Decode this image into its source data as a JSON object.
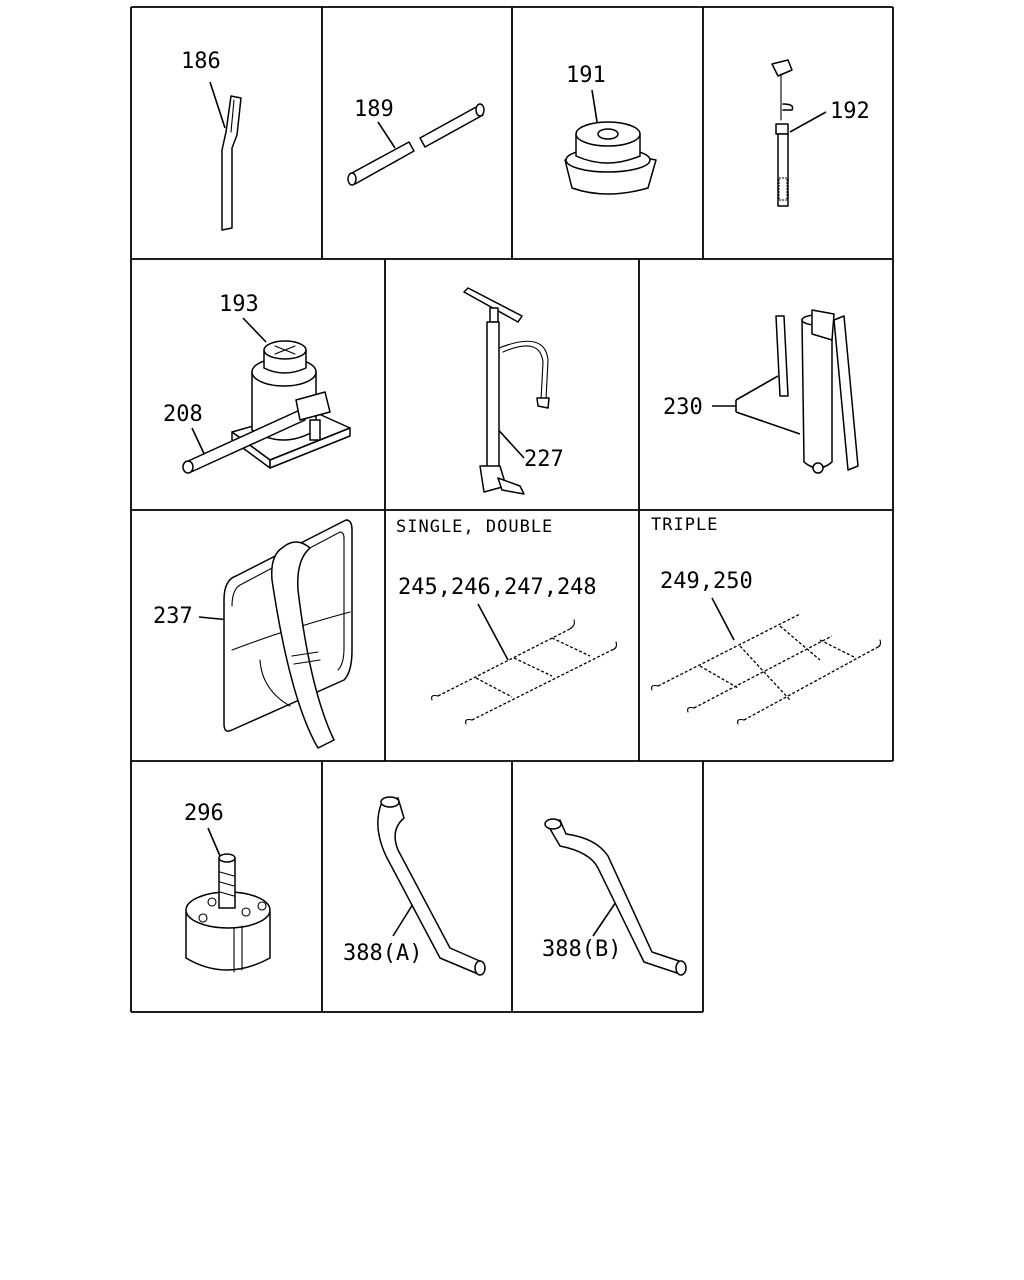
{
  "cells": [
    {
      "id": "c186",
      "labels": [
        "186"
      ]
    },
    {
      "id": "c189",
      "labels": [
        "189"
      ]
    },
    {
      "id": "c191",
      "labels": [
        "191"
      ]
    },
    {
      "id": "c192",
      "labels": [
        "192"
      ]
    },
    {
      "id": "c193",
      "labels": [
        "193",
        "208"
      ]
    },
    {
      "id": "c227",
      "labels": [
        "227"
      ]
    },
    {
      "id": "c230",
      "labels": [
        "230"
      ]
    },
    {
      "id": "c237",
      "labels": [
        "237"
      ]
    },
    {
      "id": "c245",
      "caption": "SINGLE, DOUBLE",
      "labels": [
        "245,246,247,248"
      ]
    },
    {
      "id": "c249",
      "caption": "TRIPLE",
      "labels": [
        "249,250"
      ]
    },
    {
      "id": "c296",
      "labels": [
        "296"
      ]
    },
    {
      "id": "c388a",
      "labels": [
        "388(A)"
      ]
    },
    {
      "id": "c388b",
      "labels": [
        "388(B)"
      ]
    }
  ]
}
